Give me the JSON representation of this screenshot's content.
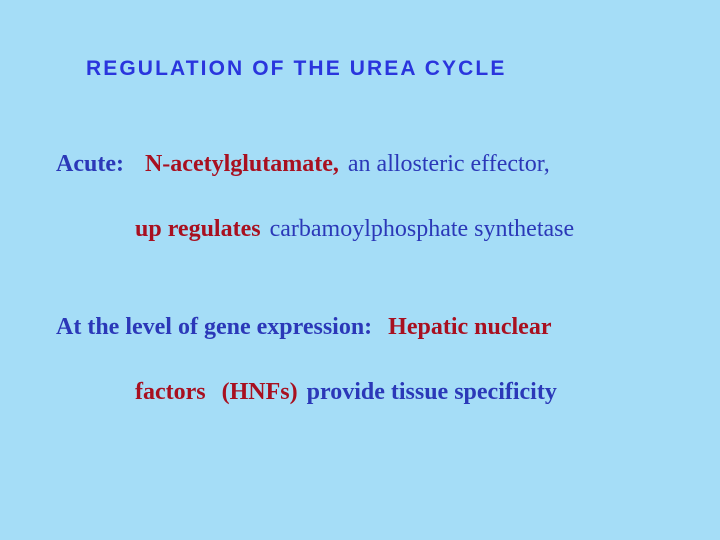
{
  "slide": {
    "background_color": "#a5ddf7",
    "title": {
      "text": "REGULATION OF THE UREA CYCLE",
      "color": "#2a35dd"
    },
    "colors": {
      "heading_blue": "#2a35dd",
      "body_blue": "#2b38b8",
      "accent_red": "#a81020",
      "background": "#a5ddf7"
    },
    "body_lines": [
      {
        "id": "acute-line",
        "segments": [
          {
            "text": "Acute:",
            "color": "#2b38b8",
            "bold": true
          },
          {
            "text": "N-acetylglutamate,",
            "color": "#a81020",
            "bold": true
          },
          {
            "text": "an allosteric effector,",
            "color": "#2b38b8",
            "bold": false
          }
        ]
      },
      {
        "id": "upregulates-line",
        "segments": [
          {
            "text": "up regulates",
            "color": "#a81020",
            "bold": true
          },
          {
            "text": "carbamoylphosphate synthetase",
            "color": "#2b38b8",
            "bold": false
          }
        ]
      },
      {
        "id": "gene-expression-line",
        "segments": [
          {
            "text": "At the level of gene expression:",
            "color": "#2b38b8",
            "bold": true
          },
          {
            "text": "Hepatic nuclear",
            "color": "#a81020",
            "bold": true
          }
        ]
      },
      {
        "id": "hnf-line",
        "segments": [
          {
            "text": "factors",
            "color": "#a81020",
            "bold": true
          },
          {
            "text": "(HNFs)",
            "color": "#a81020",
            "bold": true
          },
          {
            "text": "provide tissue specificity",
            "color": "#2b38b8",
            "bold": true
          }
        ]
      }
    ]
  }
}
